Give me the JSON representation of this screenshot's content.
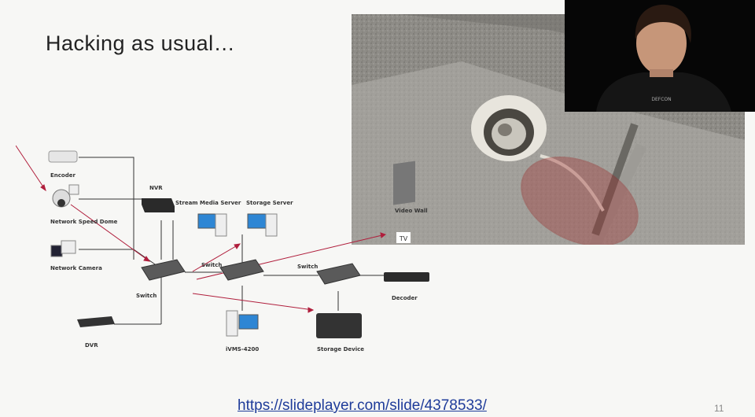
{
  "slide": {
    "title": "Hacking as usual…",
    "link": "https://slideplayer.com/slide/4378533/",
    "page_number": "11"
  },
  "diagram": {
    "labels": {
      "encoder": "Encoder",
      "network_speed_dome": "Network Speed Dome",
      "network_camera": "Network Camera",
      "nvr": "NVR",
      "stream_media_server": "Stream Media Server",
      "storage_server": "Storage Server",
      "video_wall": "Video Wall",
      "switch_left": "Switch",
      "switch_mid": "Switch",
      "switch_right": "Switch",
      "decoder": "Decoder",
      "dvr": "DVR",
      "ivms": "iVMS-4200",
      "storage_device": "Storage Device"
    },
    "tv_icon_text": "TV"
  },
  "webcam": {
    "shirt_text": "DEFCON"
  },
  "colors": {
    "background": "#f7f7f5",
    "arrow": "#b01e3c",
    "link": "#1f3c9a",
    "highlight": "#a02a2a"
  }
}
